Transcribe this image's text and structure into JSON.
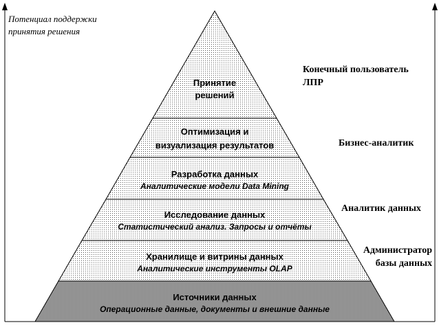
{
  "axis": {
    "line1": "Потенциал  поддержки",
    "line2": "принятия решения"
  },
  "levels": [
    {
      "title": "Принятие",
      "subtitle": "решений",
      "style": "bold"
    },
    {
      "title": "Оптимизация и",
      "subtitle": "визуализация результатов",
      "style": "bold"
    },
    {
      "title": "Разработка данных",
      "subtitle": "Аналитические модели Data Mining",
      "style": "italic"
    },
    {
      "title": "Исследование данных",
      "subtitle": "Статистический анализ. Запросы и отчёты",
      "style": "italic"
    },
    {
      "title": "Хранилище и витрины данных",
      "subtitle": "Аналитические инструменты OLAP",
      "style": "italic"
    },
    {
      "title": "Источники данных",
      "subtitle": "Операционные данные, документы и внешние данные",
      "style": "italic"
    }
  ],
  "roles": {
    "end_user_line1": "Конечный пользователь",
    "end_user_line2": "ЛПР",
    "business_analyst": "Бизнес-аналитик",
    "data_analyst": "Аналитик данных",
    "admin_line1": "Администратор",
    "admin_line2": "базы данных"
  },
  "colors": {
    "dot_fill": "#000000",
    "base_fill": "#8c8c8c",
    "stroke": "#000000"
  }
}
